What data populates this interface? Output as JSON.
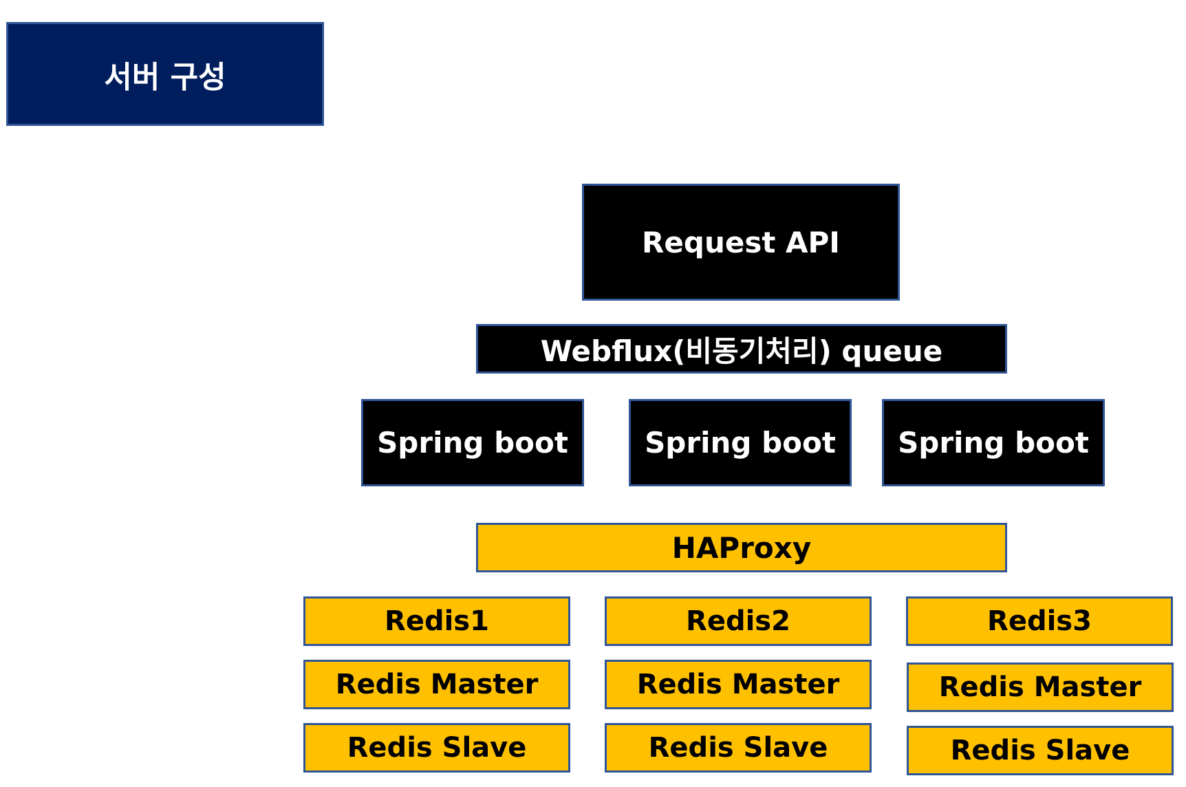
{
  "title": "서버 구성",
  "request_api": "Request API",
  "webflux_queue": "Webflux(비동기처리) queue",
  "spring_boots": [
    "Spring boot",
    "Spring boot",
    "Spring boot"
  ],
  "haproxy": "HAProxy",
  "redis_clusters": [
    {
      "name": "Redis1",
      "master": "Redis Master",
      "slave": "Redis Slave"
    },
    {
      "name": "Redis2",
      "master": "Redis Master",
      "slave": "Redis Slave"
    },
    {
      "name": "Redis3",
      "master": "Redis Master",
      "slave": "Redis Slave"
    }
  ],
  "colors": {
    "title_bg": "#001E5E",
    "dark_bg": "#000000",
    "gold_bg": "#FFC000",
    "border": "#2F5597"
  }
}
